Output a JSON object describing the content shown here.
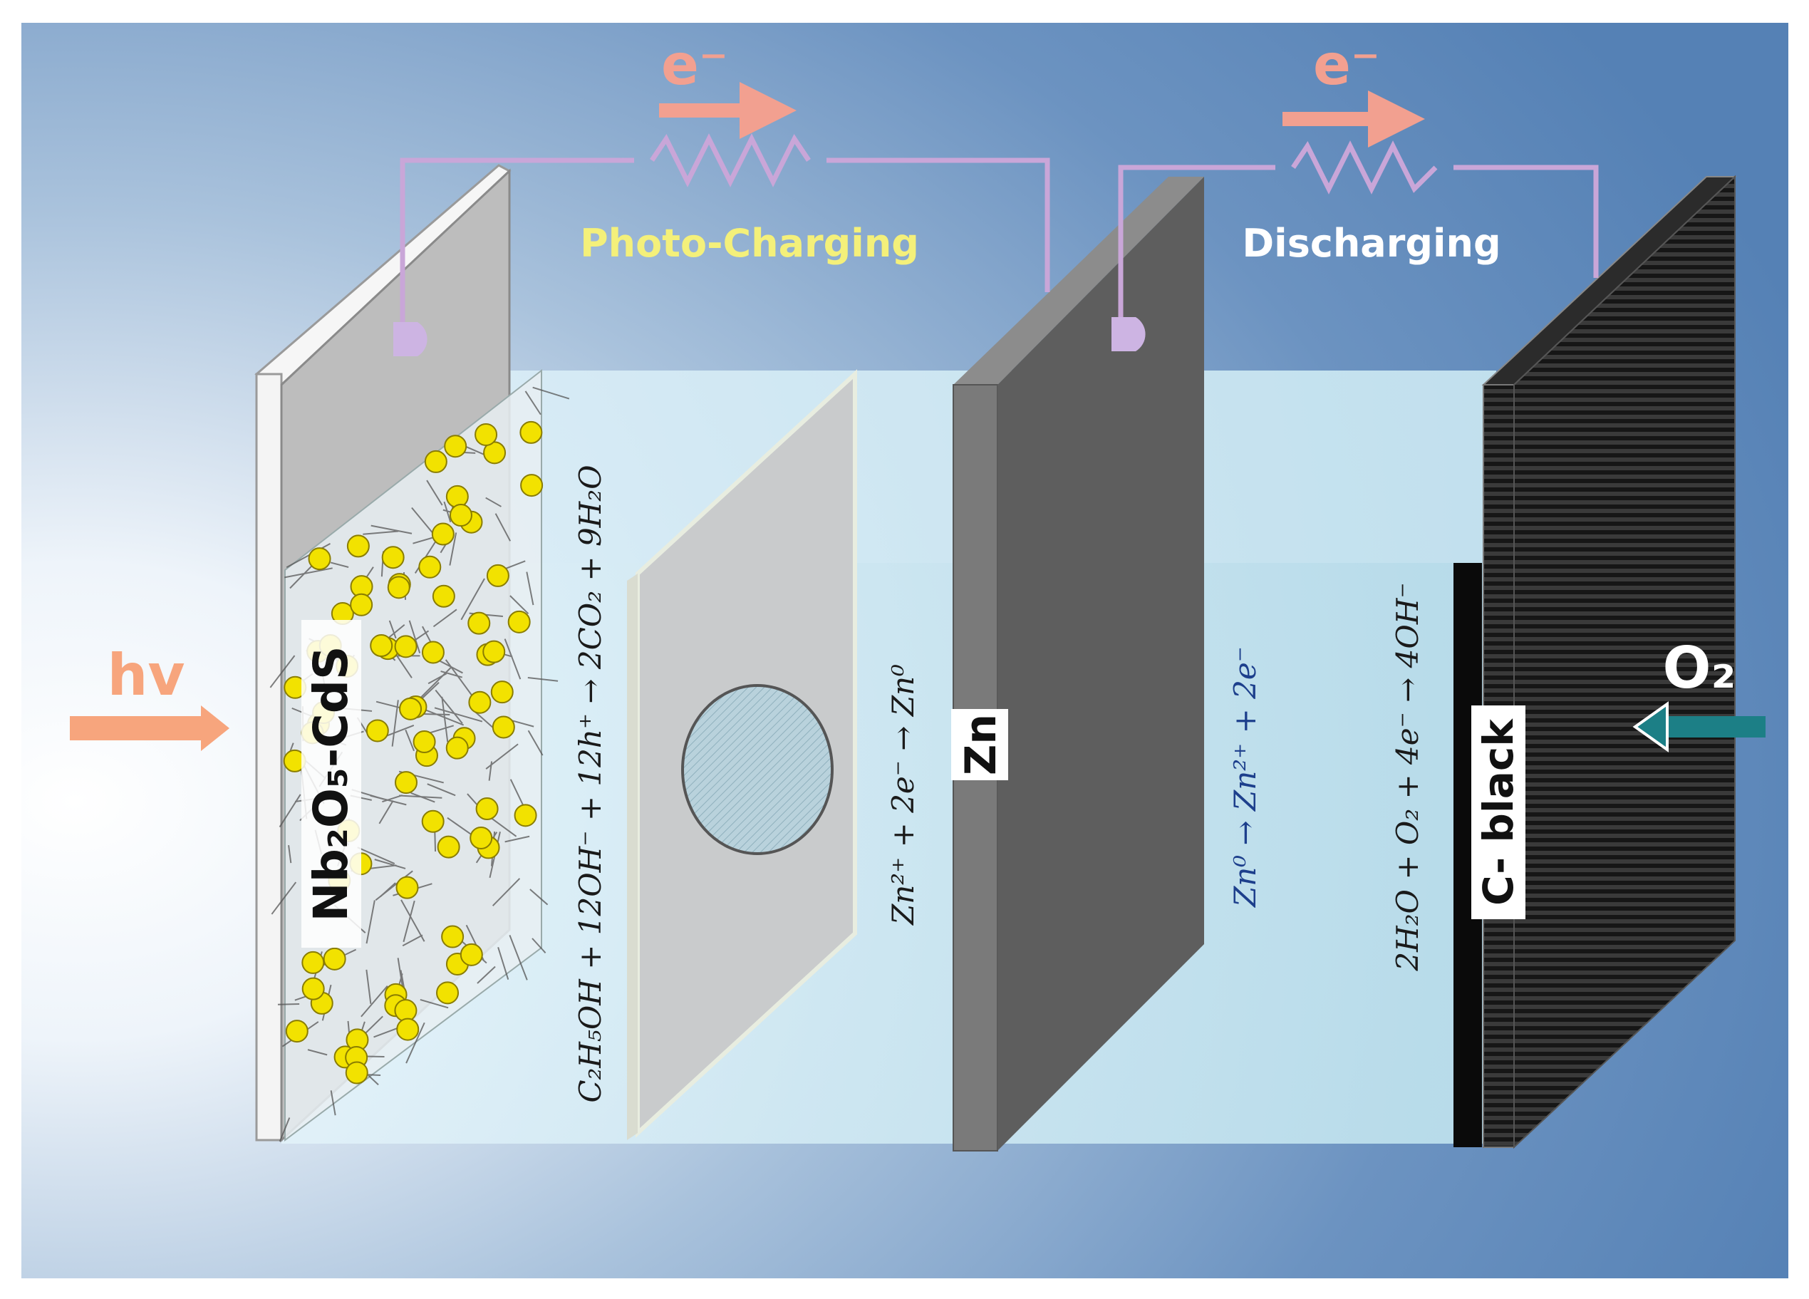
{
  "labels": {
    "electron_left": "e⁻",
    "electron_right": "e⁻",
    "photo_charging": "Photo-Charging",
    "discharging": "Discharging",
    "hv": "hv",
    "o2": "O₂",
    "nb2o5_cds": "Nb₂O₅-CdS",
    "zn": "Zn",
    "c_black": "C- black"
  },
  "equations": {
    "ethanol_oxidation": "C₂H₅OH + 12OH⁻ + 12h⁺ → 2CO₂ + 9H₂O",
    "zn_reduction": "Zn²⁺ + 2e⁻ → Zn⁰",
    "zn_oxidation": "Zn⁰ → Zn²⁺ + 2e⁻",
    "oxygen_reduction": "2H₂O + O₂ + 4e⁻ → 4OH⁻"
  },
  "colors": {
    "photo_charging_text": "#f4f07a",
    "discharging_text": "#ffffff",
    "electron_arrow": "#f2a090",
    "hv_color": "#f7a57d",
    "o2_arrow": "#1c7f86",
    "wire": "#c9a6d8",
    "particle": "#f2e200",
    "equation_dark": "#1a1a1a",
    "equation_blue": "#1d3f8c"
  }
}
